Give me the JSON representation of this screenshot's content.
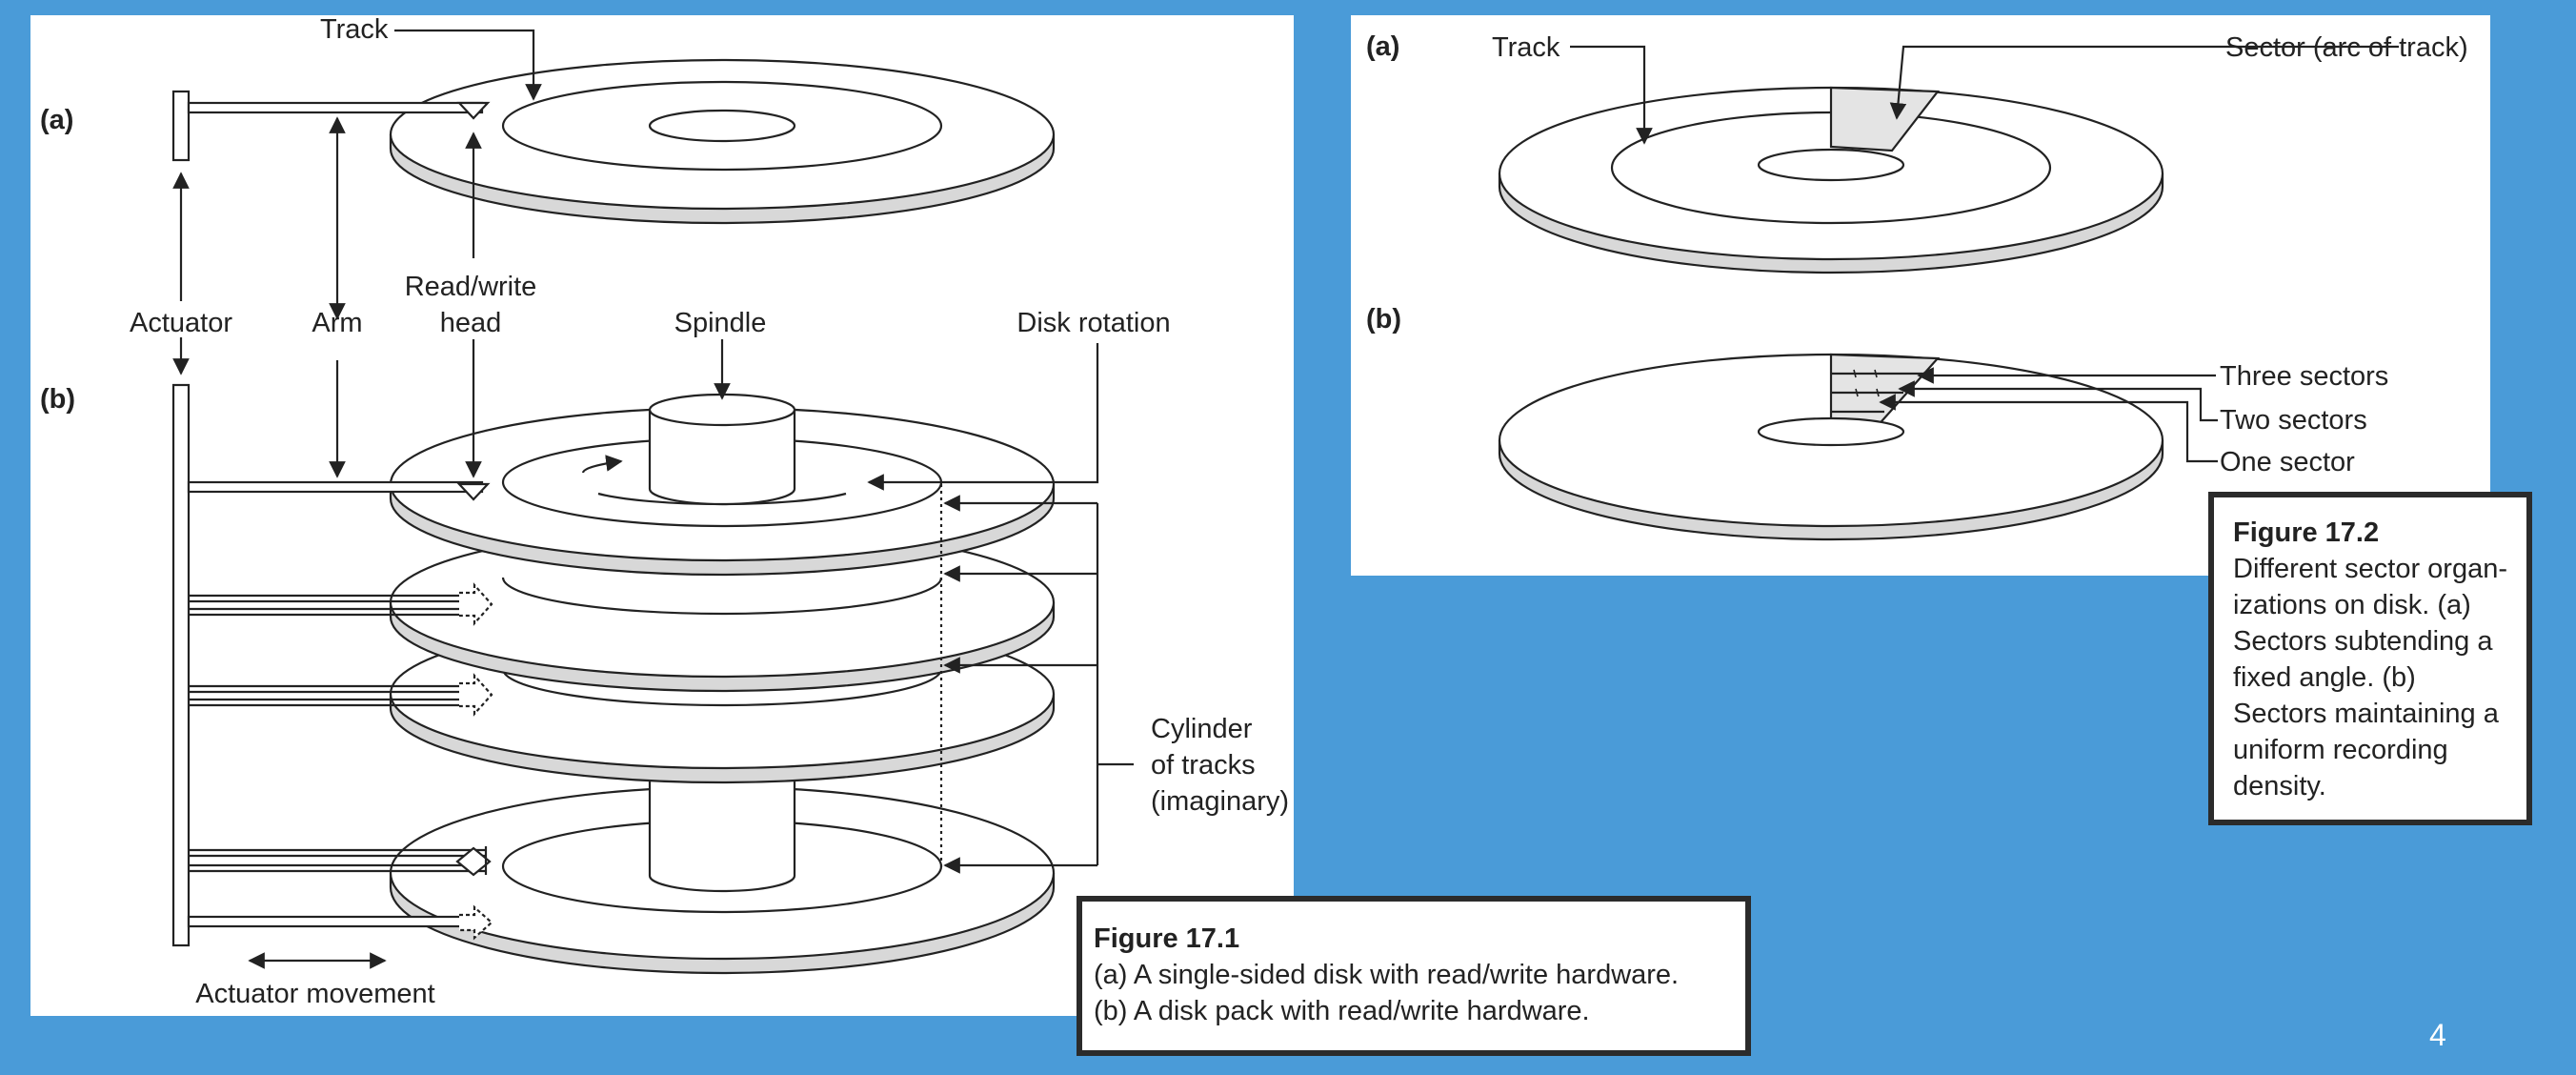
{
  "figure1": {
    "part_a": "(a)",
    "part_b": "(b)",
    "track": "Track",
    "actuator": "Actuator",
    "arm": "Arm",
    "rw_head_line1": "Read/write",
    "rw_head_line2": "head",
    "spindle": "Spindle",
    "disk_rotation": "Disk rotation",
    "cylinder_line1": "Cylinder",
    "cylinder_line2": "of tracks",
    "cylinder_line3": "(imaginary)",
    "actuator_movement": "Actuator movement",
    "caption_title": "Figure 17.1",
    "caption_line1": "(a) A single-sided disk with read/write hardware.",
    "caption_line2": "(b) A disk pack with read/write hardware."
  },
  "figure2": {
    "part_a": "(a)",
    "part_b": "(b)",
    "track": "Track",
    "sector": "Sector (arc of track)",
    "three_sectors": "Three sectors",
    "two_sectors": "Two sectors",
    "one_sector": "One sector",
    "caption_title": "Figure 17.2",
    "caption_lines": [
      "Different sector organ-",
      "izations on disk. (a)",
      "Sectors subtending a",
      "fixed angle. (b)",
      "Sectors maintaining a",
      "uniform recording",
      "density."
    ]
  },
  "page_number": "4",
  "colors": {
    "background": "#4a9bd8",
    "panel": "#ffffff",
    "ink": "#222222",
    "rim": "#d8d8d8"
  }
}
